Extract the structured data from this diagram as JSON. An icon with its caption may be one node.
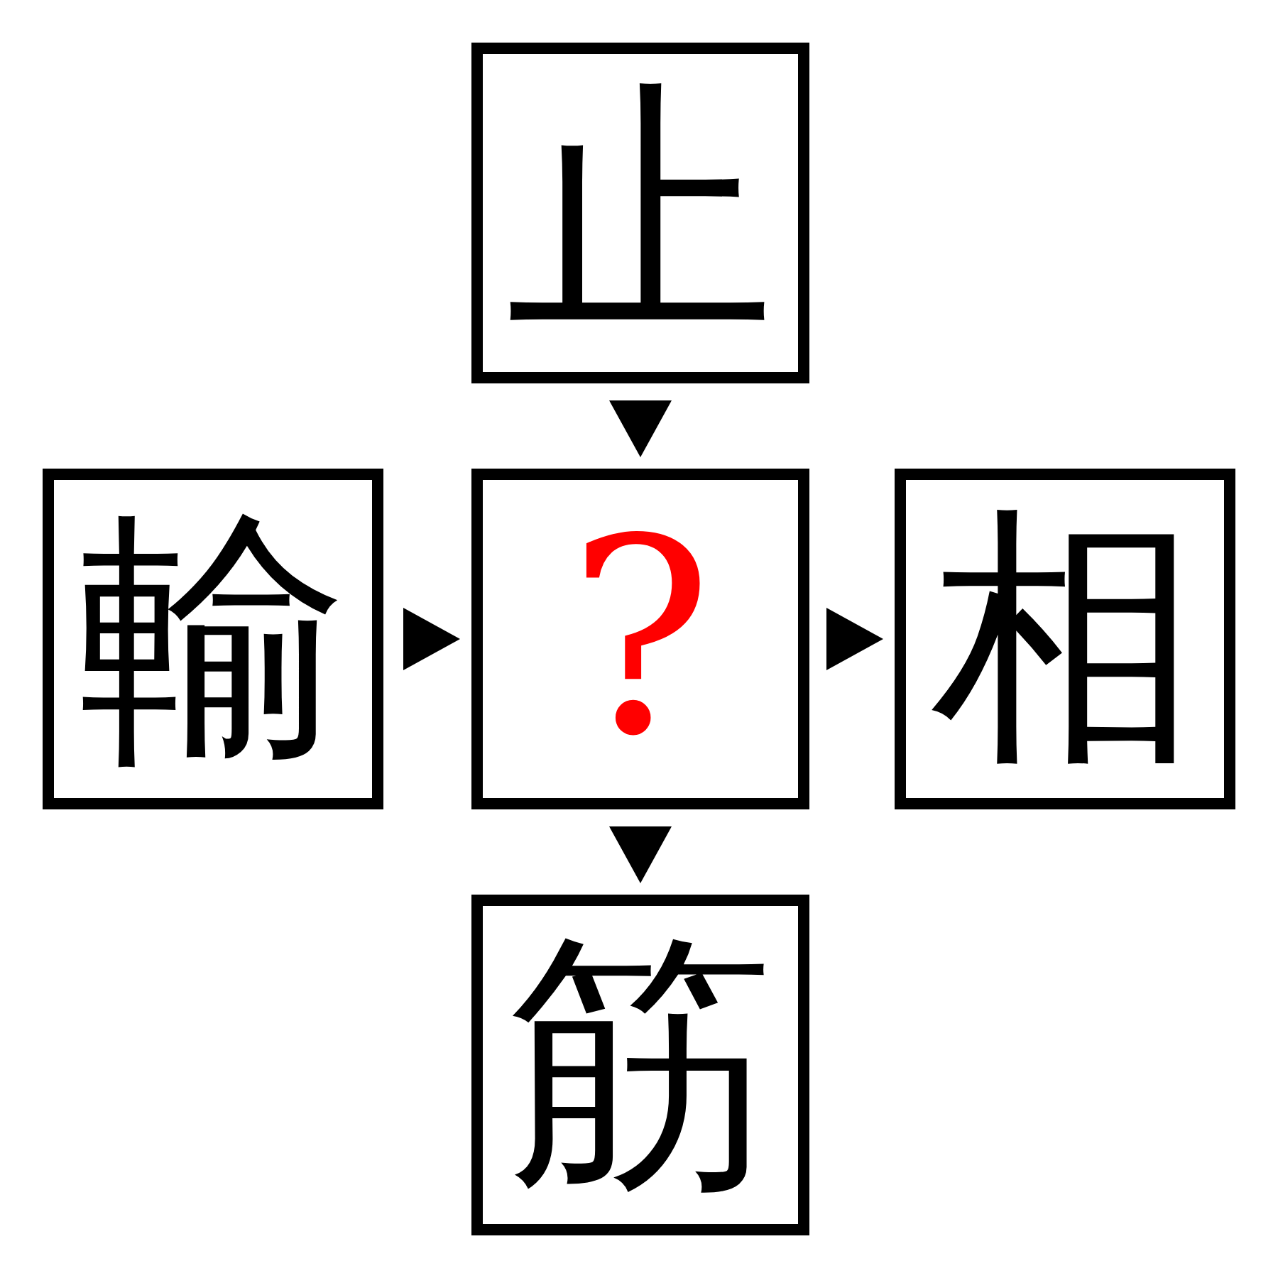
{
  "diagram": {
    "nodes": [
      {
        "text": [
          "止"
        ]
      },
      {
        "text": [
          "輸"
        ]
      },
      {
        "text": [
          "?"
        ]
      },
      {
        "text": [
          "相"
        ]
      },
      {
        "text": [
          "筋"
        ]
      }
    ],
    "edges": [
      {
        "from": 0,
        "to": 2,
        "arrow": "to"
      },
      {
        "from": 1,
        "to": 2,
        "arrow": "to"
      },
      {
        "from": 2,
        "to": 3,
        "arrow": "to"
      },
      {
        "from": 2,
        "to": 4,
        "arrow": "to"
      }
    ]
  }
}
